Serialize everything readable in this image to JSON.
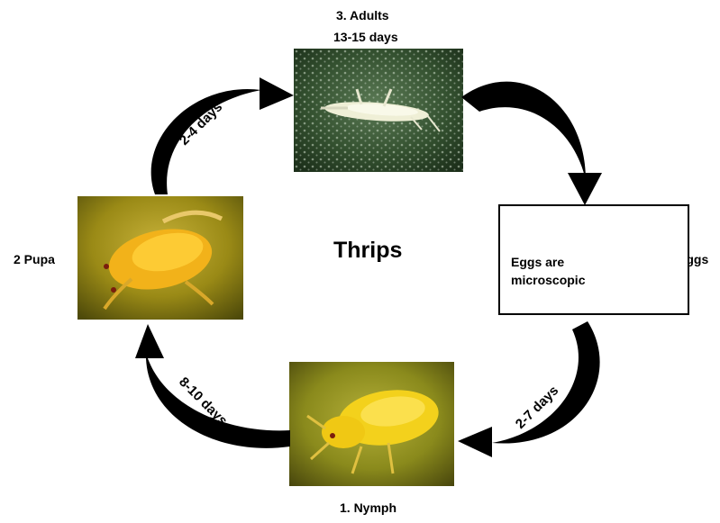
{
  "title": "Thrips",
  "stages": {
    "adults": {
      "line1": "3. Adults",
      "line2": "13-15 days"
    },
    "pupa": {
      "label": "2 Pupa"
    },
    "nymph": {
      "label": "1. Nymph"
    },
    "eggs": {
      "label": "Eggs",
      "box_text": "Eggs are\nmicroscopic"
    }
  },
  "durations": {
    "pupa_to_adult": "2-4 days",
    "nymph_to_pupa": "8-10 days",
    "eggs_to_nymph": "2-7 days"
  },
  "colors": {
    "adult_photo_bg": "#3c5a3a",
    "pupa_photo_bg": "#9c8a12",
    "nymph_photo_bg": "#8a8a1c",
    "arrow": "#000000"
  }
}
